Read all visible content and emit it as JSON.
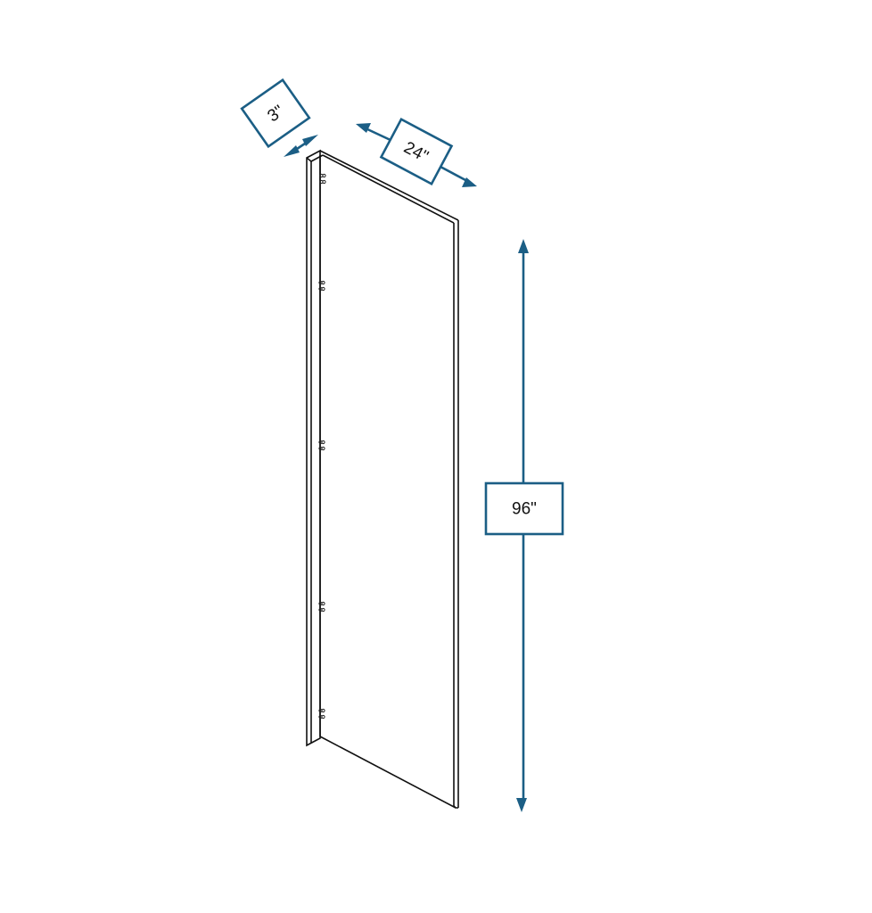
{
  "diagram": {
    "subject": "Filler / end panel with return edge",
    "colors": {
      "dimension": "#1b5e85",
      "outline": "#111111",
      "background": "#ffffff"
    },
    "dimensions": {
      "depth": {
        "label": "3\"",
        "value": 3,
        "unit": "in"
      },
      "width": {
        "label": "24\"",
        "value": 24,
        "unit": "in"
      },
      "height": {
        "label": "96\"",
        "value": 96,
        "unit": "in"
      }
    },
    "hardware": {
      "icon": "dowel-hole-pair-icon",
      "count": 5
    }
  }
}
